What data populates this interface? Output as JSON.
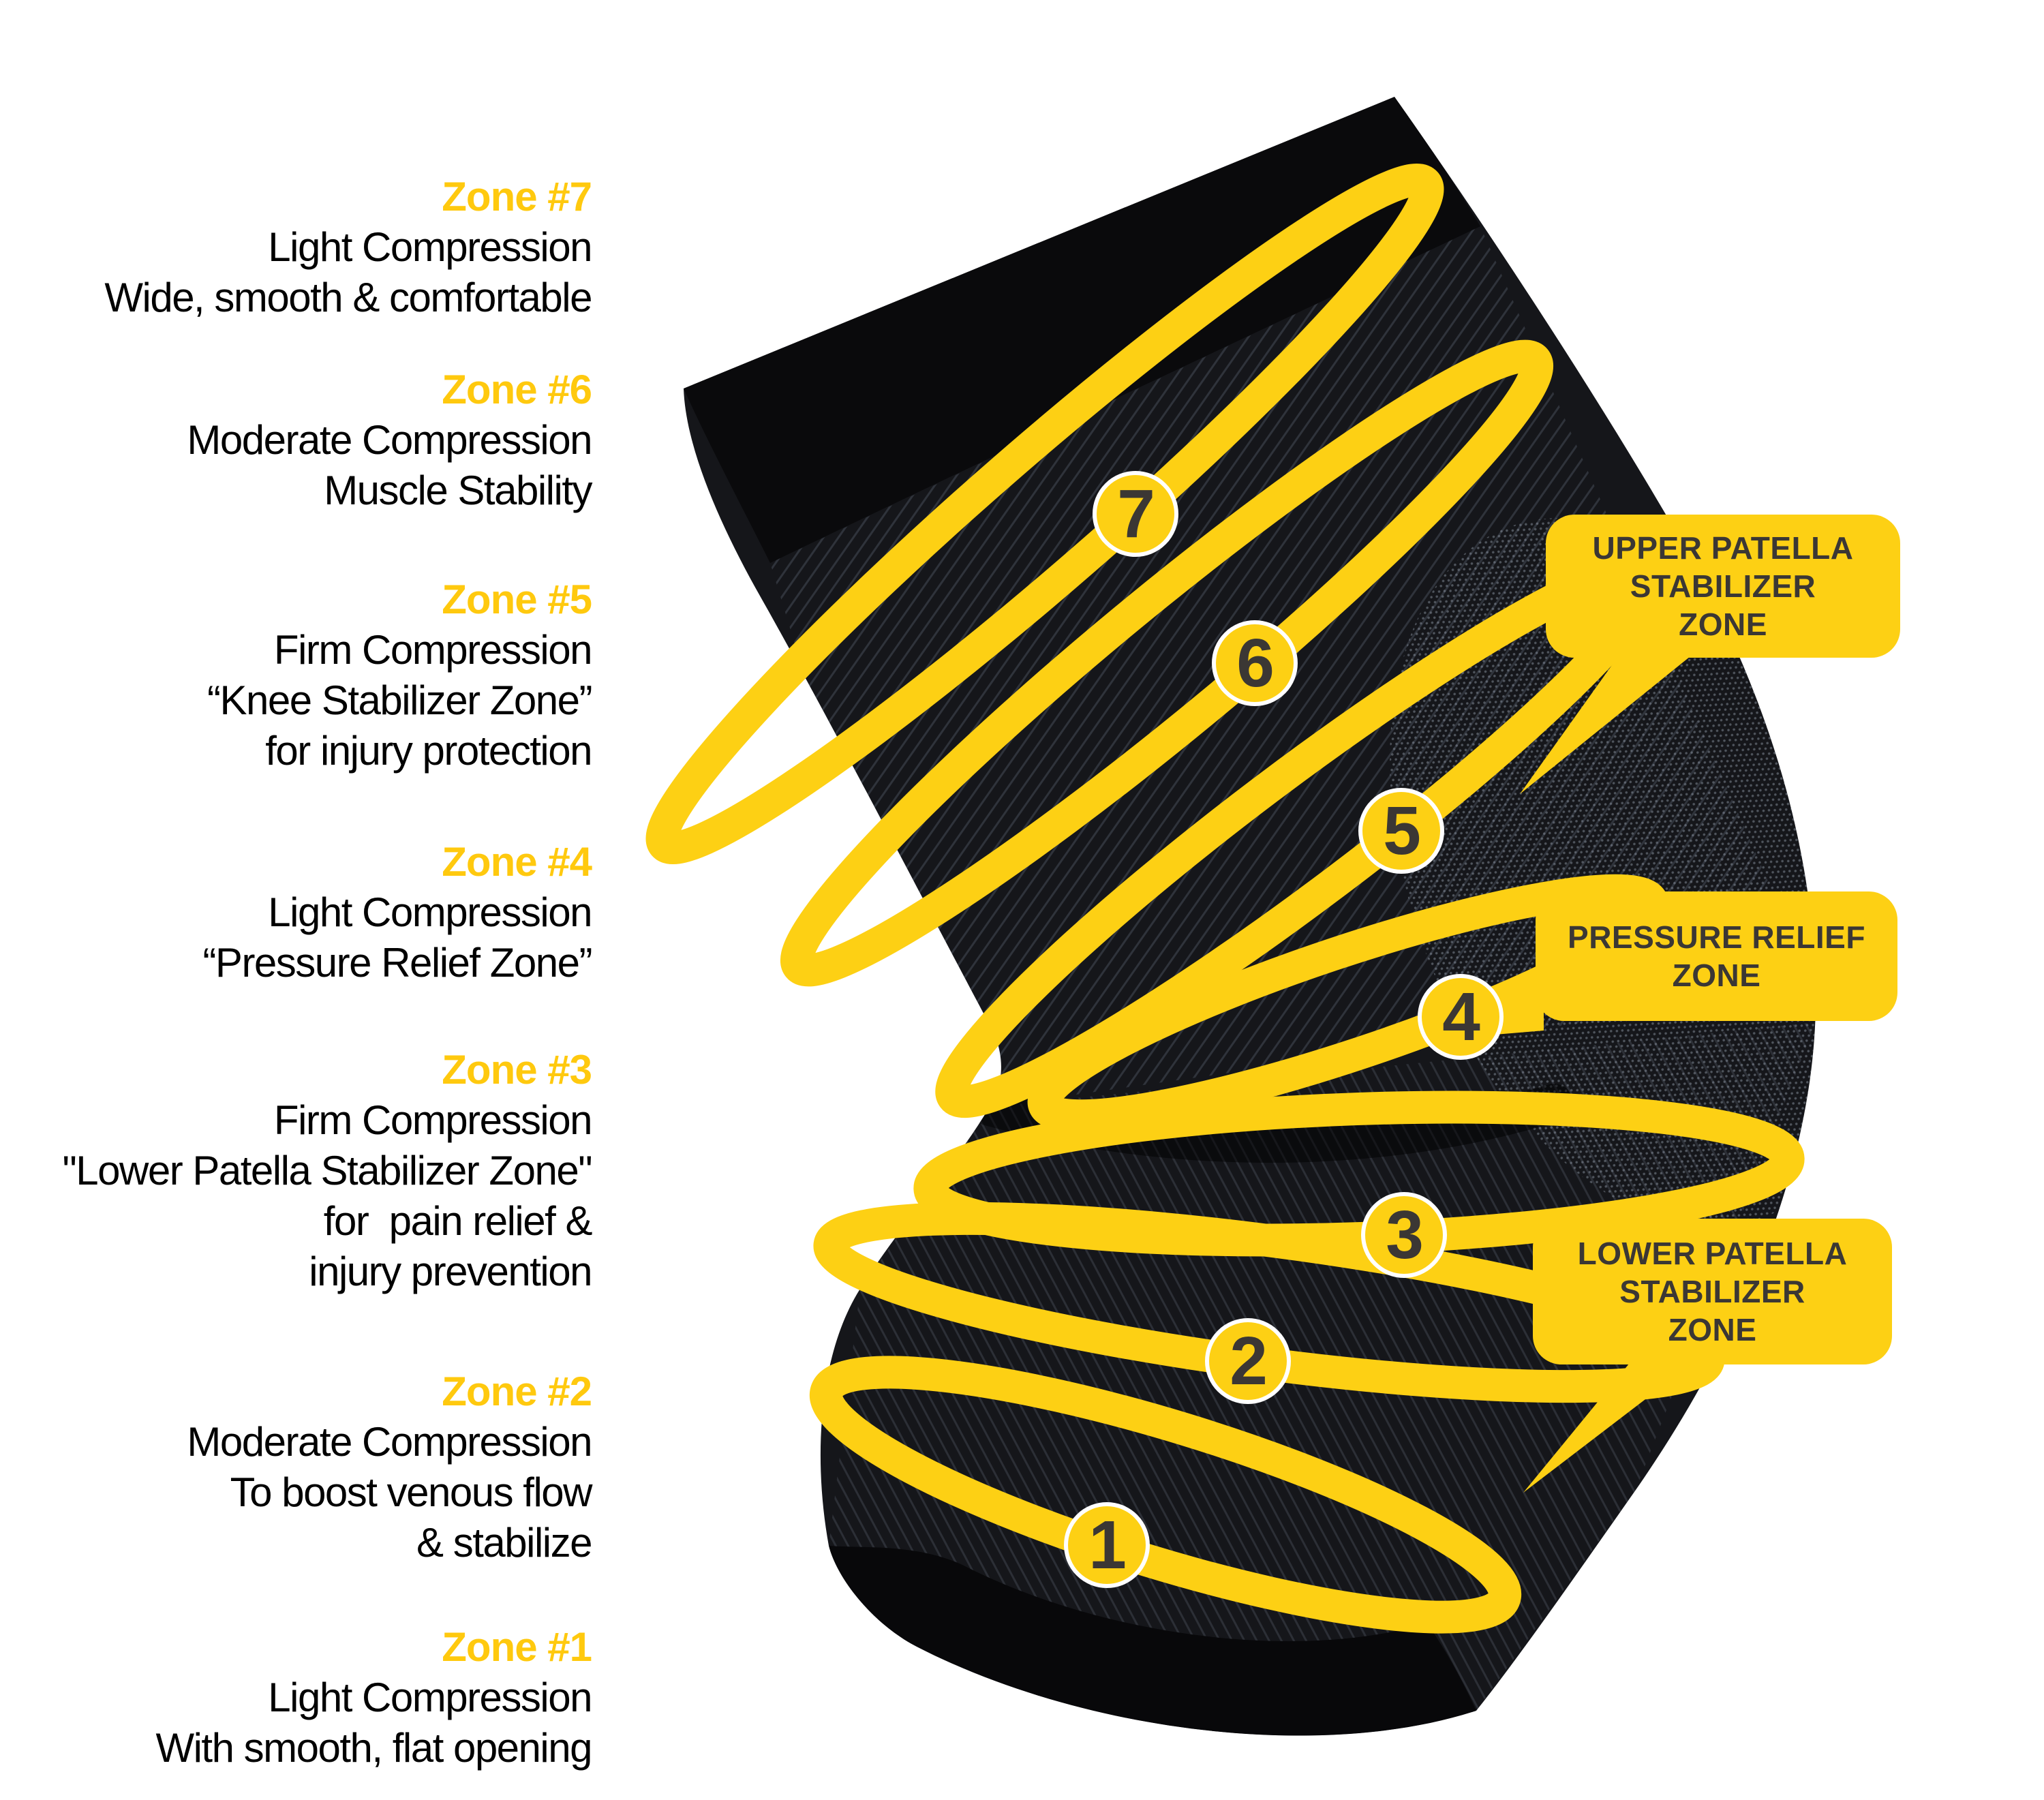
{
  "zones": [
    {
      "heading": "Zone #7",
      "lines": [
        "Light Compression",
        "Wide, smooth & comfortable"
      ]
    },
    {
      "heading": "Zone #6",
      "lines": [
        "Moderate Compression",
        "Muscle Stability"
      ]
    },
    {
      "heading": "Zone #5",
      "lines": [
        "Firm Compression",
        "“Knee Stabilizer Zone”",
        "for injury protection"
      ]
    },
    {
      "heading": "Zone #4",
      "lines": [
        "Light Compression",
        "“Pressure Relief Zone”"
      ]
    },
    {
      "heading": "Zone #3",
      "lines": [
        "Firm Compression",
        "\"Lower Patella Stabilizer Zone\"",
        "for  pain relief &",
        "injury prevention"
      ]
    },
    {
      "heading": "Zone #2",
      "lines": [
        "Moderate Compression",
        "To boost venous flow",
        "& stabilize"
      ]
    },
    {
      "heading": "Zone #1",
      "lines": [
        "Light Compression",
        "With smooth, flat opening"
      ]
    }
  ],
  "badges": [
    "7",
    "6",
    "5",
    "4",
    "3",
    "2",
    "1"
  ],
  "callouts": [
    {
      "lines": [
        "UPPER PATELLA",
        "STABILIZER",
        "ZONE"
      ]
    },
    {
      "lines": [
        "PRESSURE RELIEF",
        "ZONE"
      ]
    },
    {
      "lines": [
        "LOWER PATELLA",
        "STABILIZER",
        "ZONE"
      ]
    }
  ],
  "colors": {
    "yellow": "#FDD014",
    "heading_yellow": "#FFC90E",
    "text_black": "#000000",
    "callout_text": "#3B3734",
    "sleeve_dark": "#15161A"
  }
}
